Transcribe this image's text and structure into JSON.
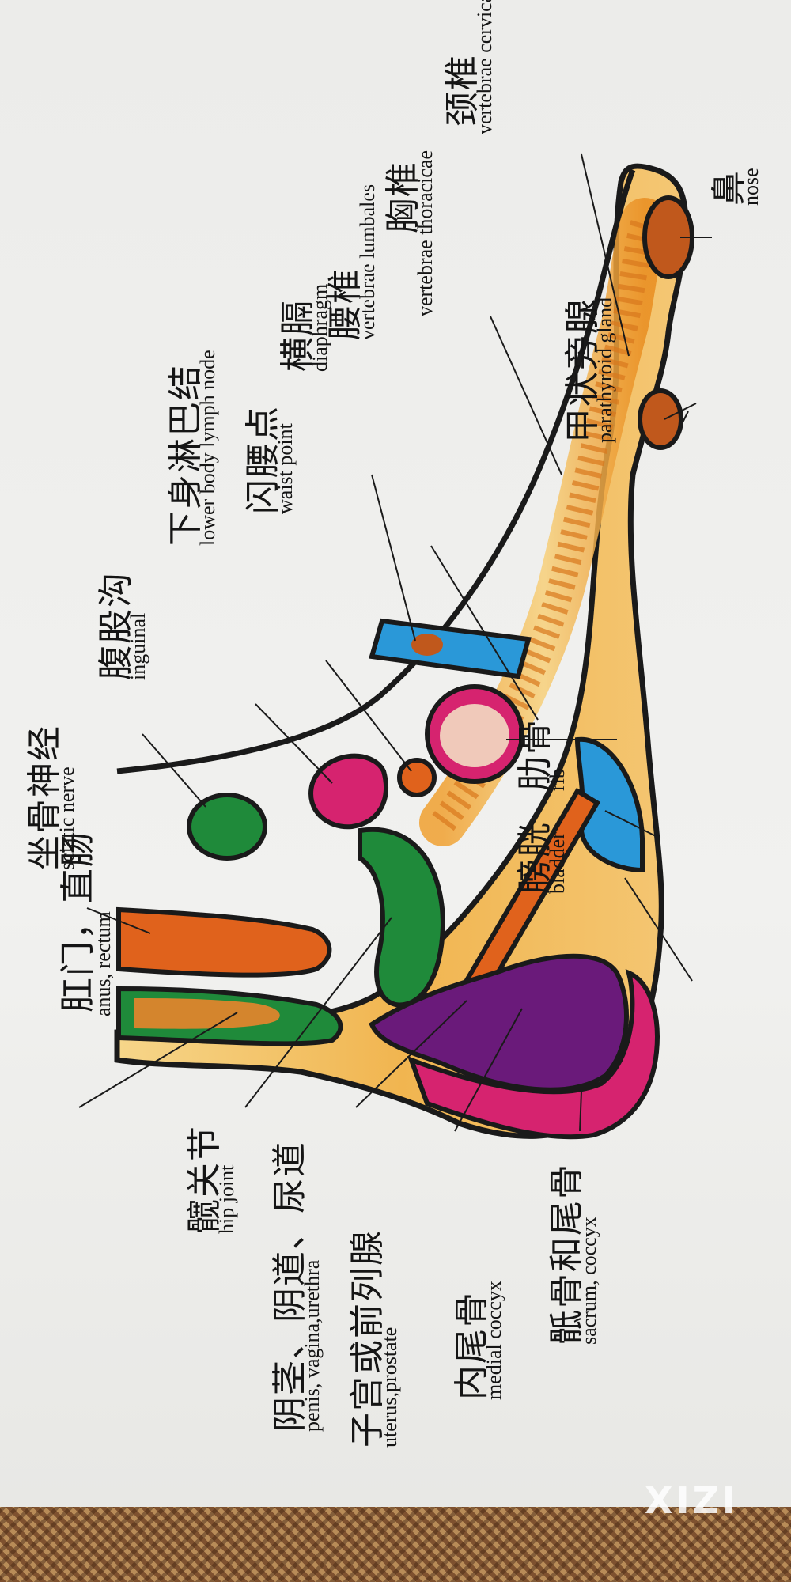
{
  "labels": {
    "anus": {
      "zh": "肛门，直肠",
      "en": "anus, rectum"
    },
    "sciatic": {
      "zh": "坐骨神经",
      "en": "sciatic nerve"
    },
    "hip": {
      "zh": "髋关节",
      "en": "hip joint"
    },
    "inguinal": {
      "zh": "腹股沟",
      "en": "inguinal"
    },
    "penis": {
      "zh": "阴茎、阴道、尿道",
      "en": "penis, vagina,urethra"
    },
    "lymph": {
      "zh": "下身淋巴结",
      "en": "lower body lymph node"
    },
    "uterus": {
      "zh": "子宫或前列腺",
      "en": "uterus,prostate"
    },
    "waist": {
      "zh": "闪腰点",
      "en": "waist point"
    },
    "diaphragm": {
      "zh": "横膈",
      "en": "diaphragm"
    },
    "medial": {
      "zh": "内尾骨",
      "en": "medial coccyx"
    },
    "lumbar": {
      "zh": "腰椎",
      "en": "vertebrae lumbales"
    },
    "sacrum": {
      "zh": "骶骨和尾骨",
      "en": "sacrum, coccyx"
    },
    "thoracic": {
      "zh": "胸椎",
      "en": "vertebrae thoracicae"
    },
    "rib": {
      "zh": "肋骨",
      "en": "rib"
    },
    "bladder": {
      "zh": "膀胱",
      "en": "bladder"
    },
    "cervical": {
      "zh": "颈椎",
      "en": "vertebrae cervicales"
    },
    "parathyroid": {
      "zh": "甲状旁腺",
      "en": "parathyroid gland"
    },
    "nose": {
      "zh": "鼻",
      "en": "nose"
    }
  },
  "watermark": "XIZI",
  "colors": {
    "foot": "#f2c060",
    "outline": "#1a1a1a",
    "green": "#1f8a3a",
    "orange": "#e0621c",
    "pink": "#d6236f",
    "purple": "#6a1a7a",
    "blue": "#2a98d8",
    "brown": "#c0581c"
  }
}
